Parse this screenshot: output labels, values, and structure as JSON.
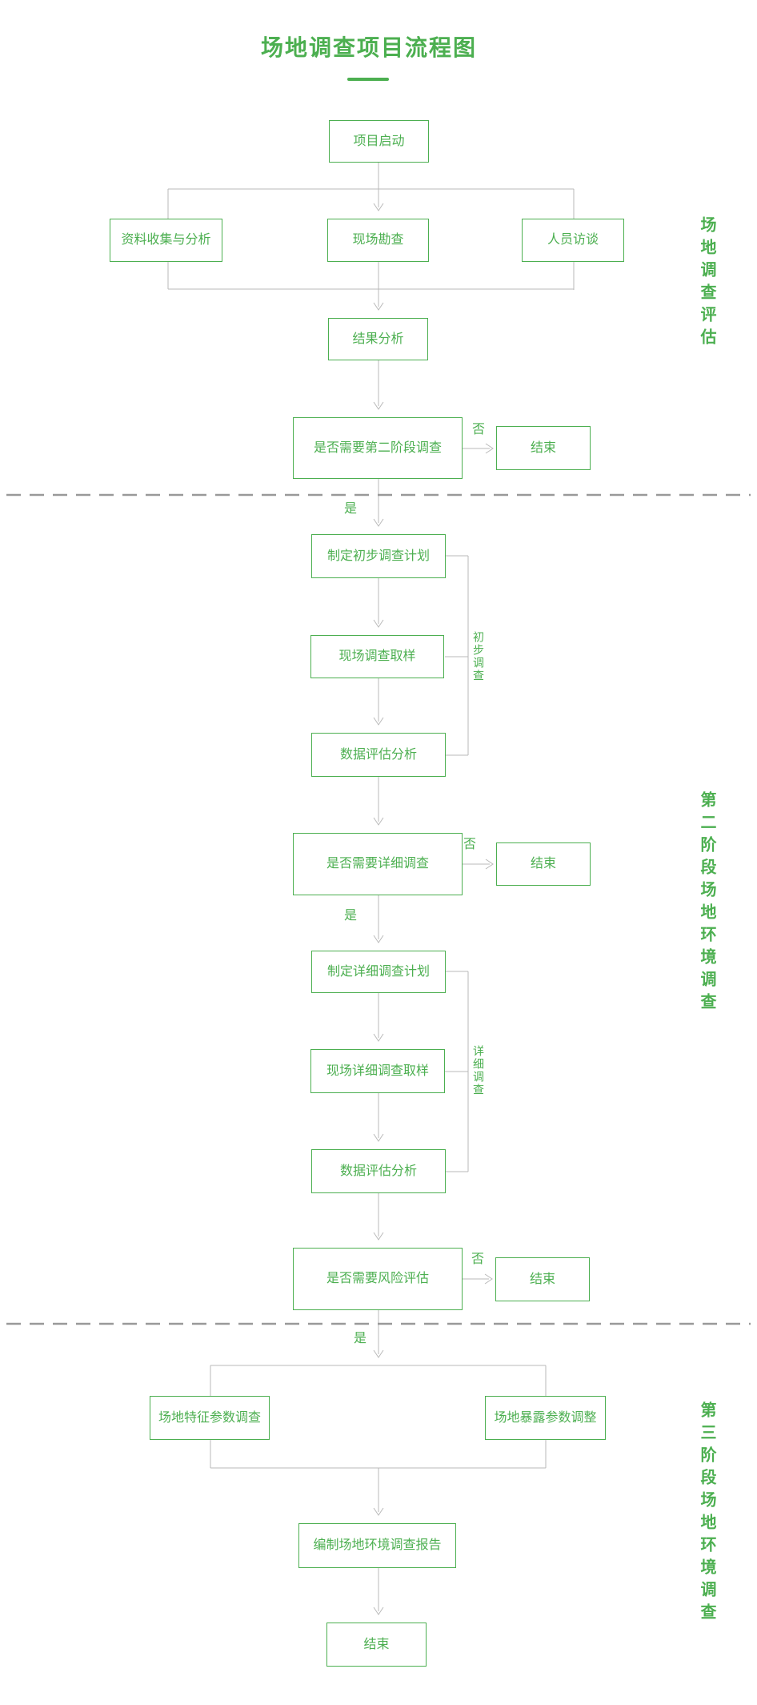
{
  "title": {
    "text": "场地调查项目流程图"
  },
  "stages": {
    "stage1_label": "场地调查评估",
    "stage2_label": "第二阶段场地环境调查",
    "stage3_label": "第三阶段场地环境调查"
  },
  "groups": {
    "preliminary": "初步调查",
    "detailed": "详细调查"
  },
  "nodes": {
    "project_start": "项目启动",
    "data_collection": "资料收集与分析",
    "site_survey": "现场勘查",
    "interview": "人员访谈",
    "result_analysis": "结果分析",
    "decision_phase2": "是否需要第二阶段调查",
    "end": "结束",
    "plan_preliminary": "制定初步调查计划",
    "field_sampling": "现场调查取样",
    "data_evaluation": "数据评估分析",
    "decision_detailed": "是否需要详细调查",
    "plan_detailed": "制定详细调查计划",
    "field_sampling_detailed": "现场详细调查取样",
    "decision_risk": "是否需要风险评估",
    "site_characteristic_survey": "场地特征参数调查",
    "site_exposure_adjustment": "场地暴露参数调整",
    "report": "编制场地环境调查报告"
  },
  "edge_labels": {
    "yes": "是",
    "no": "否"
  },
  "colors": {
    "green": "#4caf50",
    "line_gray": "#b9b9b9",
    "dash_gray": "#999999"
  }
}
